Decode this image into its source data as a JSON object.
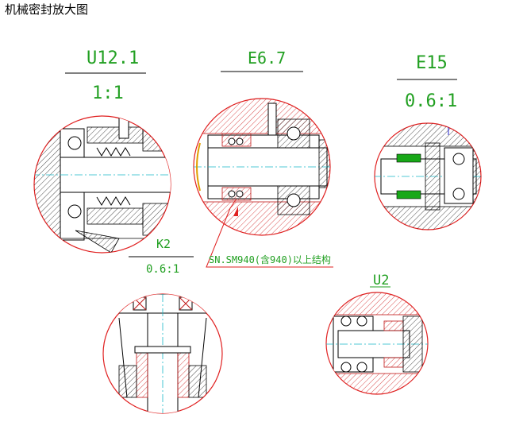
{
  "page_title": "机械密封放大图",
  "details": [
    {
      "name": "U12.1",
      "scale": "1:1"
    },
    {
      "name": "E6.7",
      "scale": ""
    },
    {
      "name": "E15",
      "scale": "0.6:1"
    },
    {
      "name": "K2",
      "scale": "0.6:1"
    },
    {
      "name": "U2",
      "scale": ""
    }
  ],
  "note": "SN.SM940(含940)以上结构",
  "colors": {
    "outline": "#000000",
    "detail_circle": "#e02020",
    "label_green": "#22a022",
    "centerline": "#18b8c8",
    "seal_green": "#18a818"
  }
}
